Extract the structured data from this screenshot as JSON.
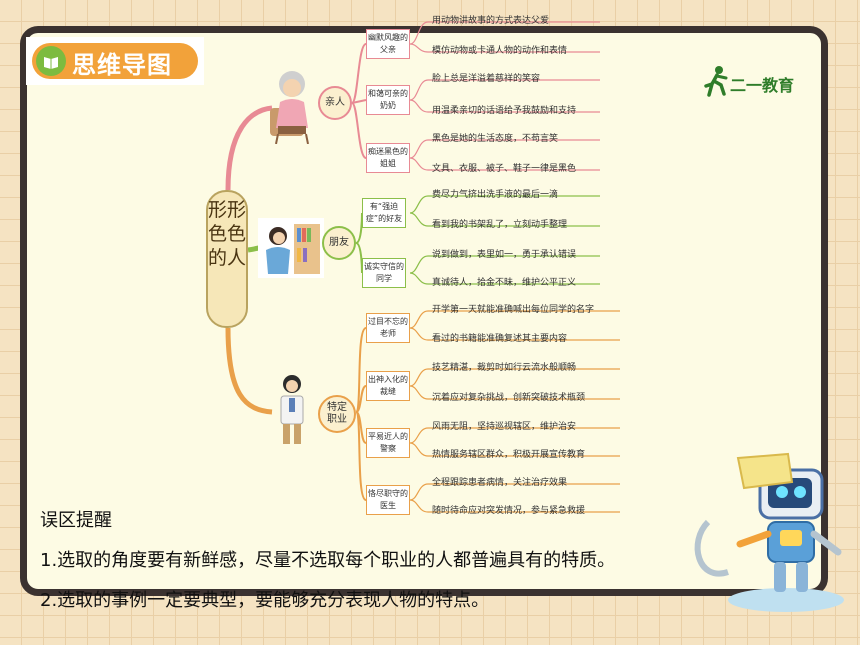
{
  "logo": {
    "text": "思维导图"
  },
  "brand": {
    "text": "二一教育"
  },
  "center_topic": "形形色色的人",
  "branches": [
    {
      "label": "亲人",
      "color": "#e88a94",
      "subs": [
        {
          "label": "幽默风趣的父亲",
          "leaves": [
            "用动物讲故事的方式表达父爱",
            "模仿动物或卡通人物的动作和表情"
          ]
        },
        {
          "label": "和蔼可亲的奶奶",
          "leaves": [
            "脸上总是洋溢着慈祥的笑容",
            "用温柔亲切的话语给予我鼓励和支持"
          ]
        },
        {
          "label": "痴迷黑色的姐姐",
          "leaves": [
            "黑色是她的生活态度，不苟言笑",
            "文具、衣服、被子、鞋子一律是黑色"
          ]
        }
      ]
    },
    {
      "label": "朋友",
      "color": "#8cbf4a",
      "subs": [
        {
          "label": "有“强迫症”的好友",
          "leaves": [
            "费尽力气挤出洗手液的最后一滴",
            "看到我的书架乱了，立刻动手整理"
          ]
        },
        {
          "label": "诚实守信的同学",
          "leaves": [
            "说到做到，表里如一，勇于承认错误",
            "真诚待人，拾金不昧，维护公平正义"
          ]
        }
      ]
    },
    {
      "label": "特定职业",
      "color": "#e9a04a",
      "subs": [
        {
          "label": "过目不忘的老师",
          "leaves": [
            "开学第一天就能准确喊出每位同学的名字",
            "看过的书籍能准确复述其主要内容"
          ]
        },
        {
          "label": "出神入化的裁缝",
          "leaves": [
            "技艺精湛，裁剪时如行云流水般顺畅",
            "沉着应对复杂挑战，创新突破技术瓶颈"
          ]
        },
        {
          "label": "平易近人的警察",
          "leaves": [
            "风雨无阻，坚持巡视辖区，维护治安",
            "热情服务辖区群众，积极开展宣传教育"
          ]
        },
        {
          "label": "恪尽职守的医生",
          "leaves": [
            "全程跟踪患者病情，关注治疗效果",
            "随时待命应对突发情况，参与紧急救援"
          ]
        }
      ]
    }
  ],
  "tips": {
    "title": "误区提醒",
    "items": [
      "1.选取的角度要有新鲜感，尽量不选取每个职业的人都普遍具有的特质。",
      "2.选取的事例一定要典型，要能够充分表现人物的特点。"
    ]
  }
}
